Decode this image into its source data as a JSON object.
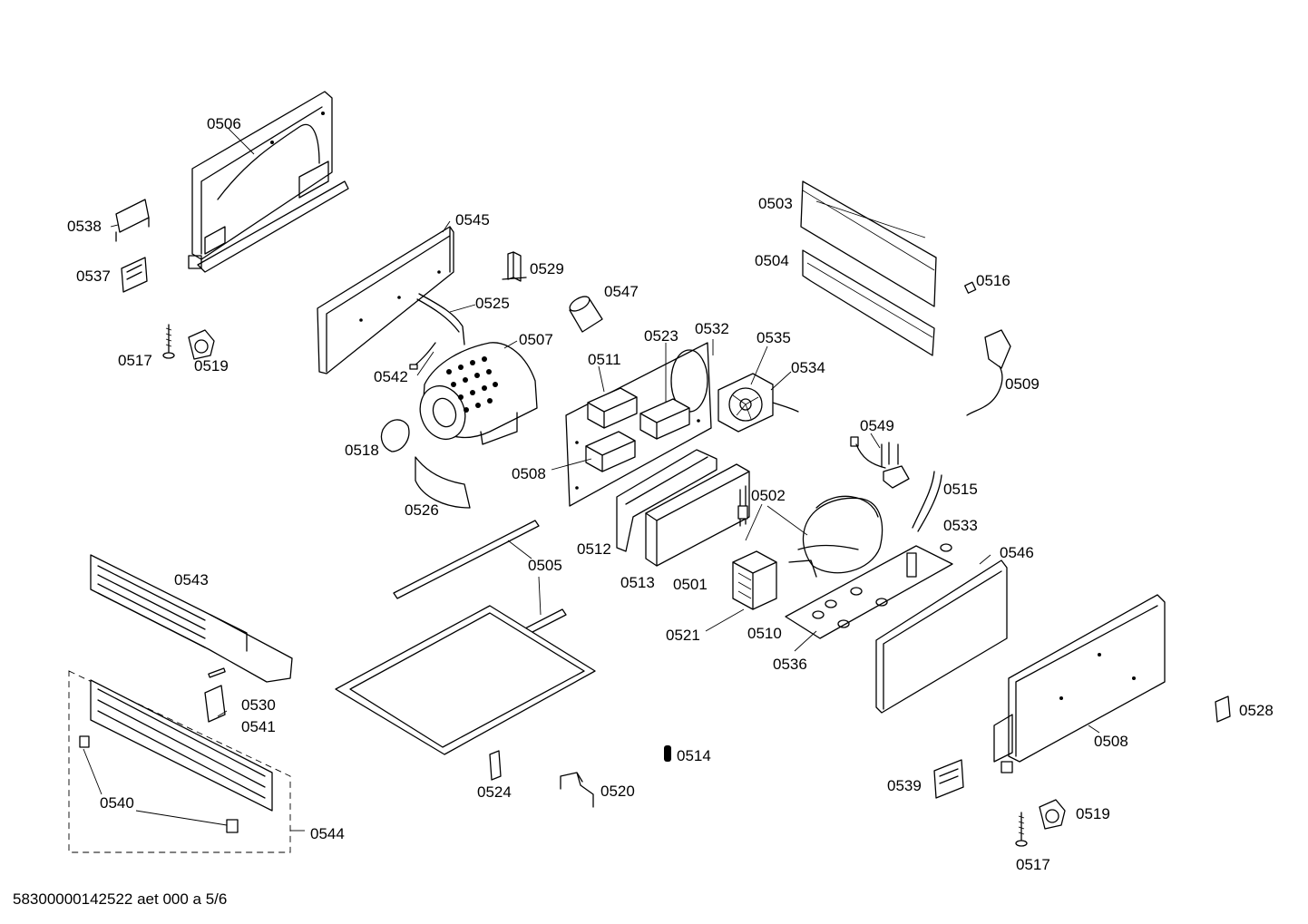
{
  "labels": {
    "l0506": "0506",
    "l0538": "0538",
    "l0537": "0537",
    "l0517a": "0517",
    "l0519a": "0519",
    "l0545": "0545",
    "l0529": "0529",
    "l0525": "0525",
    "l0547": "0547",
    "l0507": "0507",
    "l0542": "0542",
    "l0518": "0518",
    "l0526": "0526",
    "l0511": "0511",
    "l0523": "0523",
    "l0532": "0532",
    "l0535": "0535",
    "l0534": "0534",
    "l0508a": "0508",
    "l0503": "0503",
    "l0504": "0504",
    "l0516": "0516",
    "l0509": "0509",
    "l0549": "0549",
    "l0515": "0515",
    "l0502": "0502",
    "l0533": "0533",
    "l0546": "0546",
    "l0512": "0512",
    "l0513": "0513",
    "l0501": "0501",
    "l0505": "0505",
    "l0521": "0521",
    "l0510": "0510",
    "l0536": "0536",
    "l0543": "0543",
    "l0530": "0530",
    "l0541": "0541",
    "l0540": "0540",
    "l0544": "0544",
    "l0524": "0524",
    "l0520": "0520",
    "l0514": "0514",
    "l0508b": "0508",
    "l0528": "0528",
    "l0539": "0539",
    "l0519b": "0519",
    "l0517b": "0517"
  },
  "footer": "58300000142522 aet 000 a 5/6"
}
